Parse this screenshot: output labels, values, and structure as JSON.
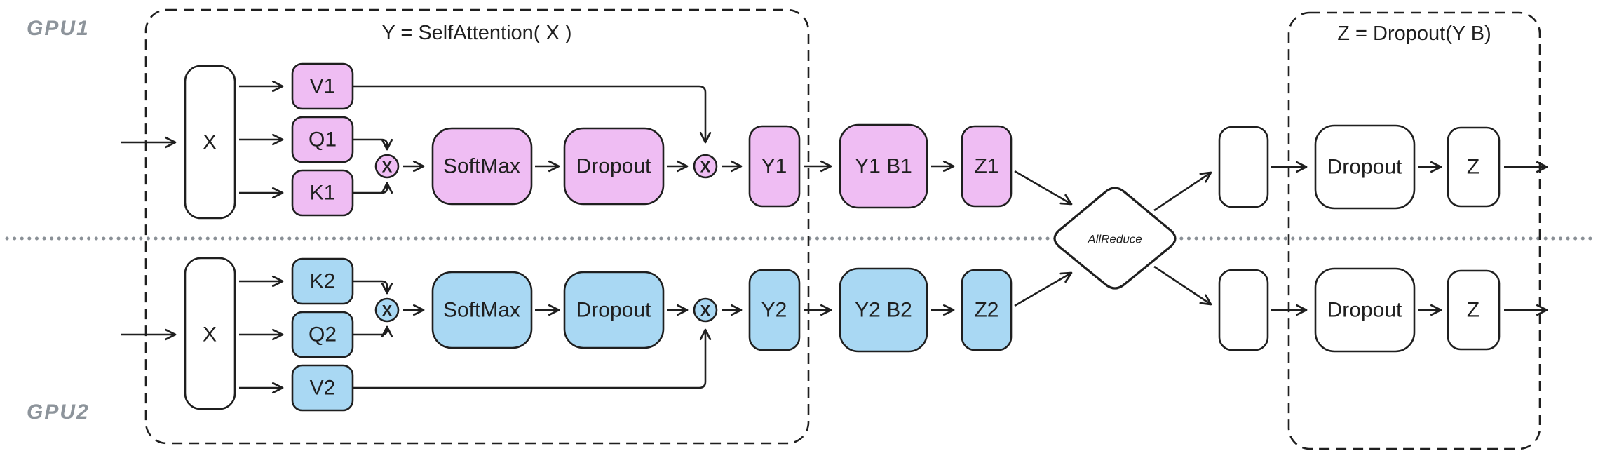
{
  "colors": {
    "pink": "#efbdf3",
    "blue": "#a9d8f3",
    "ink": "#1f1f1f",
    "muted-label": "#8d949b",
    "divider-dot": "#8a9096",
    "canvas": "#ffffff"
  },
  "labels": {
    "gpu1": "GPU1",
    "gpu2": "GPU2",
    "left_group_title": "Y = SelfAttention( X )",
    "right_group_title": "Z = Dropout(Y B)",
    "allreduce": "AllReduce",
    "multiply_symbol": "X"
  },
  "gpu1_row": {
    "input": "X",
    "v": "V1",
    "q": "Q1",
    "k": "K1",
    "softmax": "SoftMax",
    "attn_dropout": "Dropout",
    "y": "Y1",
    "yb": "Y1 B1",
    "z": "Z1",
    "out_dropout": "Dropout",
    "out_z": "Z"
  },
  "gpu2_row": {
    "input": "X",
    "k": "K2",
    "q": "Q2",
    "v": "V2",
    "softmax": "SoftMax",
    "attn_dropout": "Dropout",
    "y": "Y2",
    "yb": "Y2 B2",
    "z": "Z2",
    "out_dropout": "Dropout",
    "out_z": "Z"
  }
}
